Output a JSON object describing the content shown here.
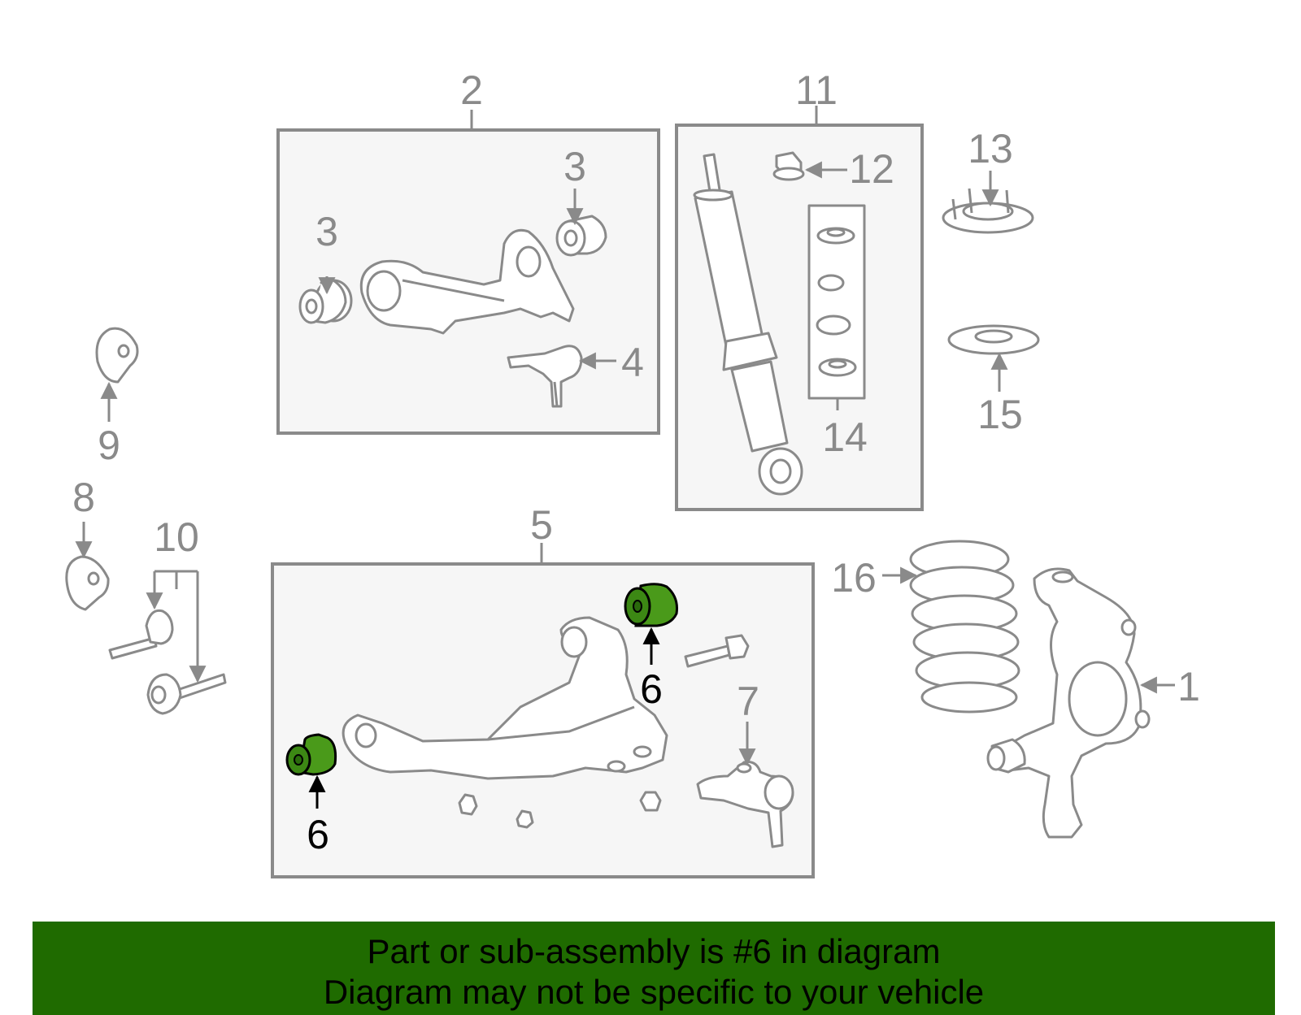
{
  "callouts": {
    "c1": "1",
    "c2": "2",
    "c3a": "3",
    "c3b": "3",
    "c4": "4",
    "c5": "5",
    "c6a": "6",
    "c6b": "6",
    "c7": "7",
    "c8": "8",
    "c9": "9",
    "c10": "10",
    "c11": "11",
    "c12": "12",
    "c13": "13",
    "c14": "14",
    "c15": "15",
    "c16": "16"
  },
  "highlight_color": "#4a9a1a",
  "banner": {
    "line1": "Part or sub-assembly is #6 in diagram",
    "line2": "Diagram may not be specific to your vehicle",
    "background": "#1f6b00"
  }
}
